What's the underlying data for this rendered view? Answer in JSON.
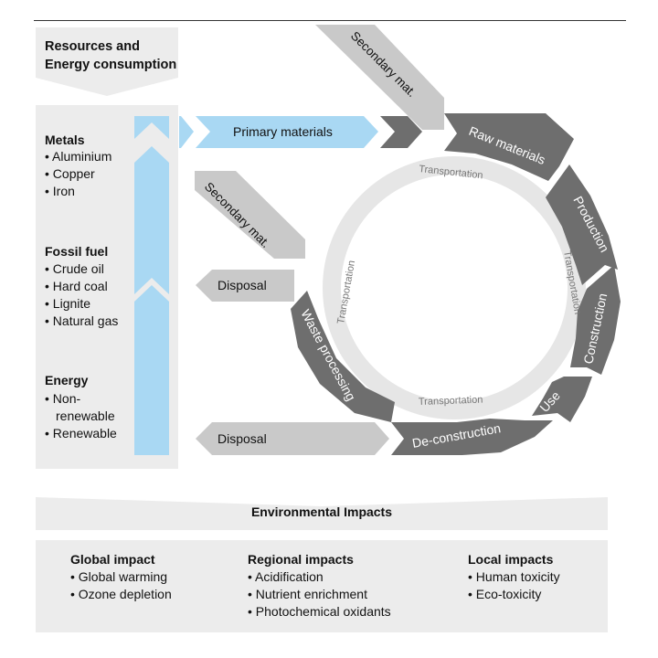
{
  "resources": {
    "header": [
      "Resources and",
      "Energy consumption"
    ],
    "groups": [
      {
        "title": "Metals",
        "items": [
          "• Aluminium",
          "• Copper",
          "• Iron"
        ]
      },
      {
        "title": "Fossil fuel",
        "items": [
          "• Crude oil",
          "• Hard coal",
          "• Lignite",
          "• Natural gas"
        ]
      },
      {
        "title": "Energy",
        "items": [
          "• Non-",
          "  renewable",
          "• Renewable"
        ]
      }
    ]
  },
  "flow": {
    "primary_materials": "Primary materials",
    "secondary_top": "Secondary mat.",
    "secondary_mid": "Secondary mat.",
    "disposal_upper": "Disposal",
    "disposal_lower": "Disposal"
  },
  "cycle": {
    "stages": [
      "Raw materials",
      "Production",
      "Construction",
      "Use",
      "De-construction",
      "Waste processing"
    ],
    "transport": [
      "Transportation",
      "Transportation",
      "Transportation",
      "Transportation"
    ]
  },
  "impacts": {
    "header": "Environmental Impacts",
    "columns": [
      {
        "title": "Global impact",
        "items": [
          "• Global warming",
          "• Ozone depletion"
        ]
      },
      {
        "title": "Regional impacts",
        "items": [
          "• Acidification",
          "• Nutrient enrichment",
          "• Photochemical oxidants"
        ]
      },
      {
        "title": "Local impacts",
        "items": [
          "• Human toxicity",
          "• Eco-toxicity"
        ]
      }
    ]
  },
  "colors": {
    "light_blue": "#a9d8f3",
    "dark_grey": "#6e6e6e",
    "mid_grey": "#c9c9c9",
    "panel_grey": "#ececec",
    "ring_grey": "#e6e6e6"
  }
}
